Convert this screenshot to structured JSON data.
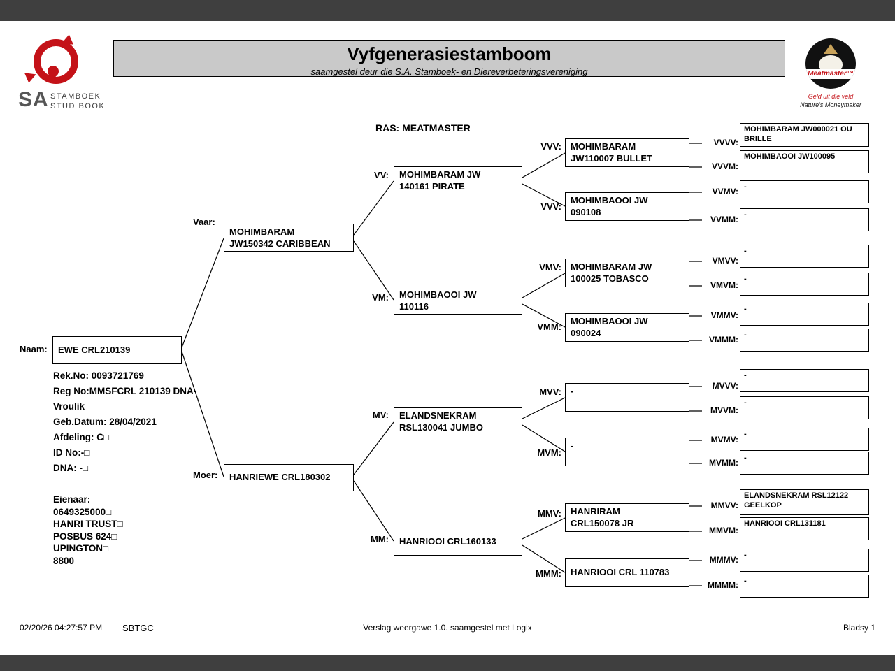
{
  "header": {
    "title": "Vyfgenerasiestamboom",
    "subtitle": "saamgestel deur die S.A. Stamboek- en Diereverbeteringsvereniging",
    "ras": "RAS: MEATMASTER"
  },
  "logos": {
    "sa": {
      "word": "SA",
      "line1": "STAMBOEK",
      "line2": "STUD BOOK"
    },
    "meatmaster": {
      "name": "Meatmaster™",
      "tagline1": "Geld uit die veld",
      "tagline2": "Nature's Moneymaker"
    }
  },
  "subject": {
    "label": "Naam:",
    "name": "EWE CRL210139",
    "details": [
      "Rek.No: 0093721769",
      "Reg No:MMSFCRL 210139 DNA-",
      "Vroulik",
      "Geb.Datum: 28/04/2021",
      "Afdeling: C□",
      "ID No:-□",
      "DNA: -□"
    ],
    "owner": [
      "Eienaar:",
      "0649325000□",
      "HANRI TRUST□",
      "POSBUS 624□",
      "UPINGTON□",
      "8800"
    ]
  },
  "pedigree": {
    "gen2": [
      {
        "label": "Vaar:",
        "name": "MOHIMBARAM\nJW150342 CARIBBEAN"
      },
      {
        "label": "Moer:",
        "name": "HANRIEWE CRL180302"
      }
    ],
    "gen3": [
      {
        "label": "VV:",
        "name": "MOHIMBARAM JW\n140161 PIRATE"
      },
      {
        "label": "VM:",
        "name": "MOHIMBAOOI JW\n110116"
      },
      {
        "label": "MV:",
        "name": "ELANDSNEKRAM\nRSL130041 JUMBO"
      },
      {
        "label": "MM:",
        "name": "HANRIOOI CRL160133"
      }
    ],
    "gen4": [
      {
        "label": "VVV:",
        "name": "MOHIMBARAM\nJW110007 BULLET"
      },
      {
        "label": "VVV:",
        "name": "MOHIMBAOOI JW\n090108"
      },
      {
        "label": "VMV:",
        "name": "MOHIMBARAM JW\n100025 TOBASCO"
      },
      {
        "label": "VMM:",
        "name": "MOHIMBAOOI JW\n090024"
      },
      {
        "label": "MVV:",
        "name": "-"
      },
      {
        "label": "MVM:",
        "name": "-"
      },
      {
        "label": "MMV:",
        "name": "HANRIRAM\nCRL150078 JR"
      },
      {
        "label": "MMM:",
        "name": "HANRIOOI CRL 110783"
      }
    ],
    "gen5": [
      {
        "label": "VVVV:",
        "name": "MOHIMBARAM JW000021 OU\nBRILLE"
      },
      {
        "label": "VVVM:",
        "name": "MOHIMBAOOI JW100095"
      },
      {
        "label": "VVMV:",
        "name": "-"
      },
      {
        "label": "VVMM:",
        "name": "-"
      },
      {
        "label": "VMVV:",
        "name": "-"
      },
      {
        "label": "VMVM:",
        "name": "-"
      },
      {
        "label": "VMMV:",
        "name": "-"
      },
      {
        "label": "VMMM:",
        "name": "-"
      },
      {
        "label": "MVVV:",
        "name": "-"
      },
      {
        "label": "MVVM:",
        "name": "-"
      },
      {
        "label": "MVMV:",
        "name": "-"
      },
      {
        "label": "MVMM:",
        "name": "-"
      },
      {
        "label": "MMVV:",
        "name": "ELANDSNEKRAM RSL12122\nGEELKOP"
      },
      {
        "label": "MMVM:",
        "name": "HANRIOOI CRL131181"
      },
      {
        "label": "MMMV:",
        "name": "-"
      },
      {
        "label": "MMMM:",
        "name": "-"
      }
    ]
  },
  "footer": {
    "datetime": "02/20/26 04:27:57 PM",
    "code": "SBTGC",
    "center": "Verslag weergawe 1.0. saamgestel met Logix",
    "page": "Bladsy 1"
  }
}
